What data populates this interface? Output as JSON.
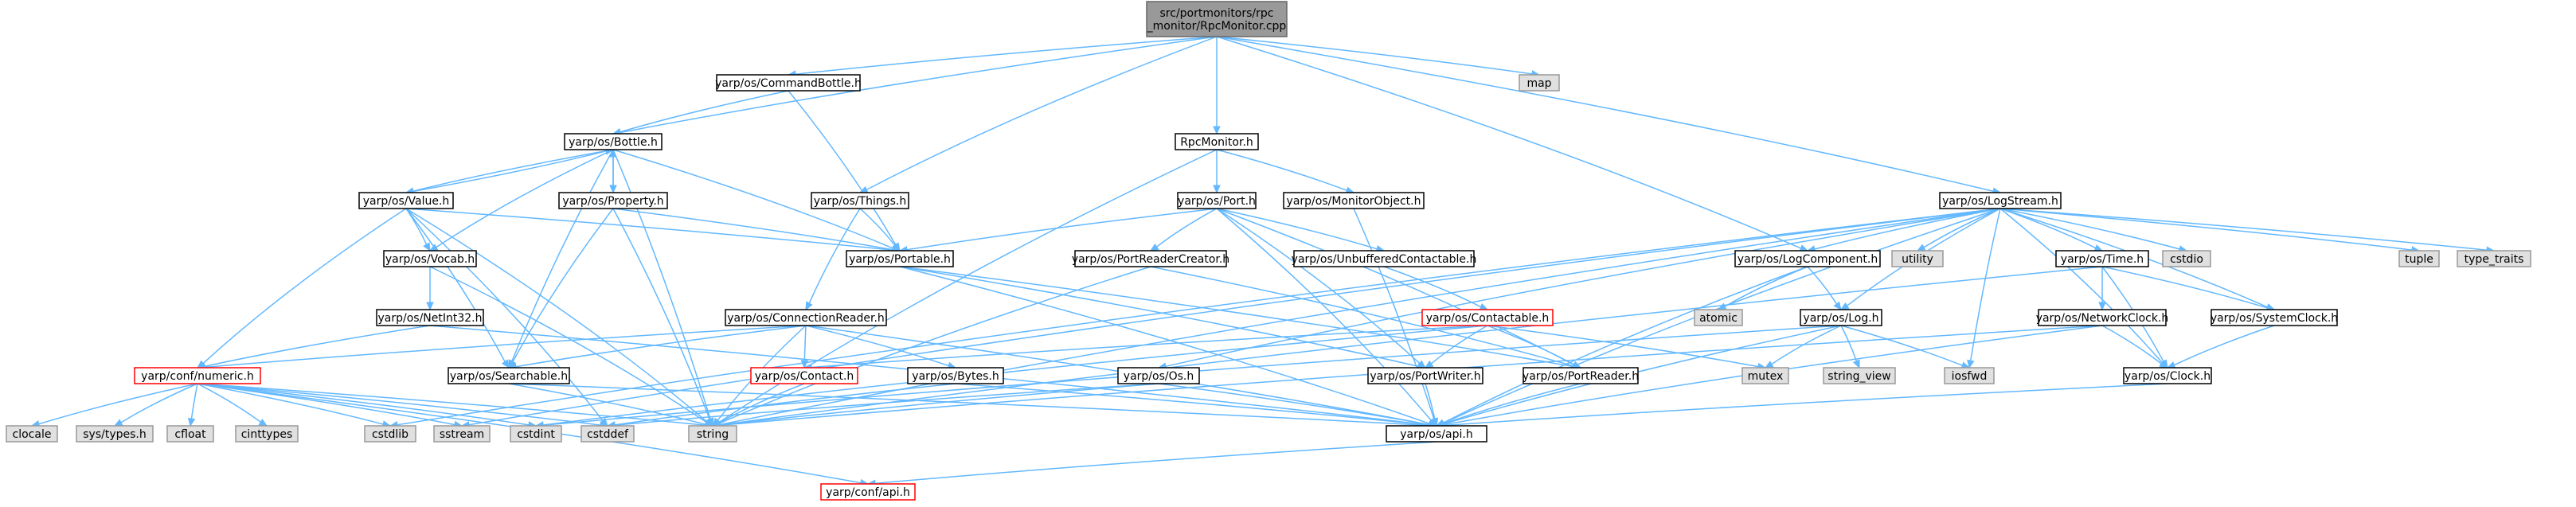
{
  "diagram": {
    "type": "include-dependency-graph",
    "colors": {
      "edge": "#63b8ff",
      "root_fill": "#999999",
      "root_stroke": "#666666",
      "file_fill": "#ffffff",
      "file_stroke": "#000000",
      "system_fill": "#e0e0e0",
      "system_stroke": "#999999",
      "truncated_stroke": "#ff0000"
    },
    "nodes": [
      {
        "id": "root",
        "label": "src/portmonitors/rpc\n_monitor/RpcMonitor.cpp",
        "kind": "root"
      },
      {
        "id": "commandbottle",
        "label": "yarp/os/CommandBottle.h",
        "kind": "file"
      },
      {
        "id": "map",
        "label": "map",
        "kind": "system"
      },
      {
        "id": "bottle",
        "label": "yarp/os/Bottle.h",
        "kind": "file"
      },
      {
        "id": "rpcmonitor",
        "label": "RpcMonitor.h",
        "kind": "file"
      },
      {
        "id": "logstream",
        "label": "yarp/os/LogStream.h",
        "kind": "file"
      },
      {
        "id": "value",
        "label": "yarp/os/Value.h",
        "kind": "file"
      },
      {
        "id": "property",
        "label": "yarp/os/Property.h",
        "kind": "file"
      },
      {
        "id": "things",
        "label": "yarp/os/Things.h",
        "kind": "file"
      },
      {
        "id": "port",
        "label": "yarp/os/Port.h",
        "kind": "file"
      },
      {
        "id": "monitorobject",
        "label": "yarp/os/MonitorObject.h",
        "kind": "file"
      },
      {
        "id": "vocab",
        "label": "yarp/os/Vocab.h",
        "kind": "file"
      },
      {
        "id": "portable",
        "label": "yarp/os/Portable.h",
        "kind": "file"
      },
      {
        "id": "portreadercreator",
        "label": "yarp/os/PortReaderCreator.h",
        "kind": "file"
      },
      {
        "id": "unbuffered",
        "label": "yarp/os/UnbufferedContactable.h",
        "kind": "file"
      },
      {
        "id": "logcomponent",
        "label": "yarp/os/LogComponent.h",
        "kind": "file"
      },
      {
        "id": "utility",
        "label": "utility",
        "kind": "system"
      },
      {
        "id": "time",
        "label": "yarp/os/Time.h",
        "kind": "file"
      },
      {
        "id": "cstdio",
        "label": "cstdio",
        "kind": "system"
      },
      {
        "id": "tuple",
        "label": "tuple",
        "kind": "system"
      },
      {
        "id": "type_traits",
        "label": "type_traits",
        "kind": "system"
      },
      {
        "id": "netint32",
        "label": "yarp/os/NetInt32.h",
        "kind": "file"
      },
      {
        "id": "connectionreader",
        "label": "yarp/os/ConnectionReader.h",
        "kind": "file"
      },
      {
        "id": "contactable",
        "label": "yarp/os/Contactable.h",
        "kind": "truncated"
      },
      {
        "id": "atomic",
        "label": "atomic",
        "kind": "system"
      },
      {
        "id": "log",
        "label": "yarp/os/Log.h",
        "kind": "file"
      },
      {
        "id": "networkclock",
        "label": "yarp/os/NetworkClock.h",
        "kind": "file"
      },
      {
        "id": "systemclock",
        "label": "yarp/os/SystemClock.h",
        "kind": "file"
      },
      {
        "id": "numeric",
        "label": "yarp/conf/numeric.h",
        "kind": "truncated"
      },
      {
        "id": "searchable",
        "label": "yarp/os/Searchable.h",
        "kind": "file"
      },
      {
        "id": "contact",
        "label": "yarp/os/Contact.h",
        "kind": "truncated"
      },
      {
        "id": "bytes",
        "label": "yarp/os/Bytes.h",
        "kind": "file"
      },
      {
        "id": "osh",
        "label": "yarp/os/Os.h",
        "kind": "file"
      },
      {
        "id": "portwriter",
        "label": "yarp/os/PortWriter.h",
        "kind": "file"
      },
      {
        "id": "portreader",
        "label": "yarp/os/PortReader.h",
        "kind": "file"
      },
      {
        "id": "mutex",
        "label": "mutex",
        "kind": "system"
      },
      {
        "id": "string_view",
        "label": "string_view",
        "kind": "system"
      },
      {
        "id": "iosfwd",
        "label": "iosfwd",
        "kind": "system"
      },
      {
        "id": "clock",
        "label": "yarp/os/Clock.h",
        "kind": "file"
      },
      {
        "id": "clocale",
        "label": "clocale",
        "kind": "system"
      },
      {
        "id": "systypes",
        "label": "sys/types.h",
        "kind": "system"
      },
      {
        "id": "cfloat",
        "label": "cfloat",
        "kind": "system"
      },
      {
        "id": "cinttypes",
        "label": "cinttypes",
        "kind": "system"
      },
      {
        "id": "cstdlib",
        "label": "cstdlib",
        "kind": "system"
      },
      {
        "id": "sstream",
        "label": "sstream",
        "kind": "system"
      },
      {
        "id": "cstdint",
        "label": "cstdint",
        "kind": "system"
      },
      {
        "id": "cstddef",
        "label": "cstddef",
        "kind": "system"
      },
      {
        "id": "string",
        "label": "string",
        "kind": "system"
      },
      {
        "id": "api",
        "label": "yarp/os/api.h",
        "kind": "file"
      },
      {
        "id": "confapi",
        "label": "yarp/conf/api.h",
        "kind": "truncated"
      }
    ],
    "edges": [
      [
        "root",
        "commandbottle"
      ],
      [
        "root",
        "map"
      ],
      [
        "root",
        "bottle"
      ],
      [
        "root",
        "rpcmonitor"
      ],
      [
        "root",
        "things"
      ],
      [
        "root",
        "logstream"
      ],
      [
        "root",
        "logcomponent"
      ],
      [
        "commandbottle",
        "bottle"
      ],
      [
        "commandbottle",
        "portable"
      ],
      [
        "bottle",
        "value"
      ],
      [
        "bottle",
        "property"
      ],
      [
        "bottle",
        "portable"
      ],
      [
        "bottle",
        "vocab"
      ],
      [
        "bottle",
        "searchable"
      ],
      [
        "bottle",
        "string"
      ],
      [
        "value",
        "bottle"
      ],
      [
        "value",
        "vocab"
      ],
      [
        "value",
        "portable"
      ],
      [
        "value",
        "numeric"
      ],
      [
        "value",
        "searchable"
      ],
      [
        "value",
        "string"
      ],
      [
        "value",
        "cstddef"
      ],
      [
        "property",
        "bottle"
      ],
      [
        "property",
        "portable"
      ],
      [
        "property",
        "searchable"
      ],
      [
        "property",
        "string"
      ],
      [
        "vocab",
        "netint32"
      ],
      [
        "vocab",
        "string"
      ],
      [
        "netint32",
        "numeric"
      ],
      [
        "netint32",
        "api"
      ],
      [
        "things",
        "portable"
      ],
      [
        "things",
        "connectionreader"
      ],
      [
        "rpcmonitor",
        "port"
      ],
      [
        "rpcmonitor",
        "monitorobject"
      ],
      [
        "rpcmonitor",
        "string"
      ],
      [
        "port",
        "portable"
      ],
      [
        "port",
        "portreadercreator"
      ],
      [
        "port",
        "unbuffered"
      ],
      [
        "port",
        "portwriter"
      ],
      [
        "port",
        "portreader"
      ],
      [
        "port",
        "api"
      ],
      [
        "monitorobject",
        "api"
      ],
      [
        "portable",
        "portwriter"
      ],
      [
        "portable",
        "portreader"
      ],
      [
        "portable",
        "api"
      ],
      [
        "portreadercreator",
        "portreader"
      ],
      [
        "portreadercreator",
        "string"
      ],
      [
        "unbuffered",
        "contactable"
      ],
      [
        "contactable",
        "contact"
      ],
      [
        "contactable",
        "portwriter"
      ],
      [
        "contactable",
        "portreader"
      ],
      [
        "contactable",
        "mutex"
      ],
      [
        "contactable",
        "cstdint"
      ],
      [
        "connectionreader",
        "contact"
      ],
      [
        "connectionreader",
        "bytes"
      ],
      [
        "connectionreader",
        "searchable"
      ],
      [
        "connectionreader",
        "numeric"
      ],
      [
        "connectionreader",
        "string"
      ],
      [
        "connectionreader",
        "api"
      ],
      [
        "logstream",
        "logcomponent"
      ],
      [
        "logstream",
        "utility"
      ],
      [
        "logstream",
        "time"
      ],
      [
        "logstream",
        "cstdio"
      ],
      [
        "logstream",
        "tuple"
      ],
      [
        "logstream",
        "type_traits"
      ],
      [
        "logstream",
        "log"
      ],
      [
        "logstream",
        "systemclock"
      ],
      [
        "logstream",
        "iosfwd"
      ],
      [
        "logstream",
        "osh"
      ],
      [
        "logstream",
        "clock"
      ],
      [
        "logstream",
        "sstream"
      ],
      [
        "logstream",
        "string"
      ],
      [
        "logstream",
        "api"
      ],
      [
        "logstream",
        "cstdlib"
      ],
      [
        "logcomponent",
        "atomic"
      ],
      [
        "logcomponent",
        "log"
      ],
      [
        "logcomponent",
        "api"
      ],
      [
        "log",
        "mutex"
      ],
      [
        "log",
        "string_view"
      ],
      [
        "log",
        "iosfwd"
      ],
      [
        "log",
        "api"
      ],
      [
        "log",
        "cstdint"
      ],
      [
        "time",
        "networkclock"
      ],
      [
        "time",
        "systemclock"
      ],
      [
        "time",
        "clock"
      ],
      [
        "time",
        "string"
      ],
      [
        "networkclock",
        "clock"
      ],
      [
        "networkclock",
        "api"
      ],
      [
        "networkclock",
        "string"
      ],
      [
        "systemclock",
        "clock"
      ],
      [
        "clock",
        "api"
      ],
      [
        "numeric",
        "clocale"
      ],
      [
        "numeric",
        "systypes"
      ],
      [
        "numeric",
        "cfloat"
      ],
      [
        "numeric",
        "cinttypes"
      ],
      [
        "numeric",
        "cstdlib"
      ],
      [
        "numeric",
        "sstream"
      ],
      [
        "numeric",
        "cstdint"
      ],
      [
        "numeric",
        "cstddef"
      ],
      [
        "numeric",
        "string"
      ],
      [
        "numeric",
        "confapi"
      ],
      [
        "searchable",
        "string"
      ],
      [
        "searchable",
        "api"
      ],
      [
        "contact",
        "string"
      ],
      [
        "bytes",
        "cstddef"
      ],
      [
        "bytes",
        "api"
      ],
      [
        "osh",
        "cstddef"
      ],
      [
        "osh",
        "string"
      ],
      [
        "osh",
        "api"
      ],
      [
        "portwriter",
        "api"
      ],
      [
        "portreader",
        "api"
      ],
      [
        "api",
        "confapi"
      ]
    ]
  }
}
